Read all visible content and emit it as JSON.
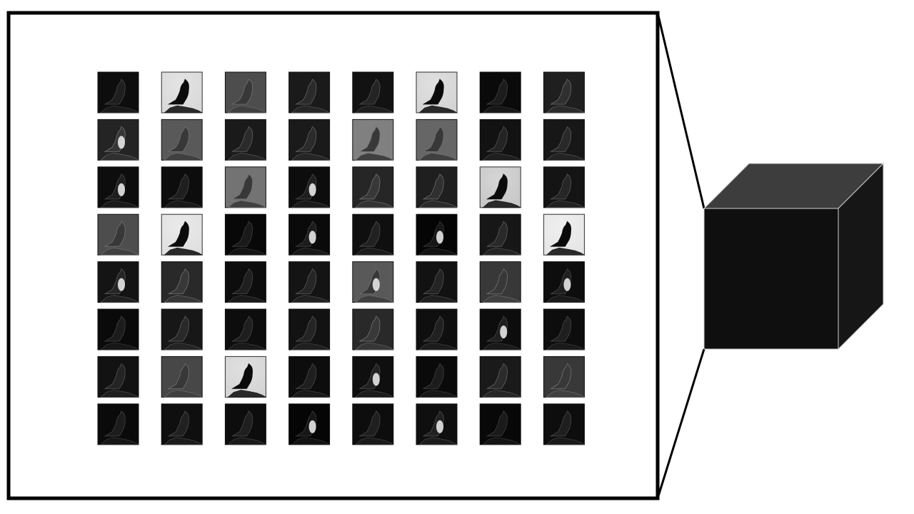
{
  "figure": {
    "panel": {
      "border_color": "#000000",
      "background": "#ffffff"
    },
    "feature_grid": {
      "rows": 8,
      "cols": 8,
      "subject_icon": "bird-silhouette",
      "brightness": [
        [
          0.05,
          0.82,
          0.3,
          0.1,
          0.07,
          0.8,
          0.04,
          0.12
        ],
        [
          0.14,
          0.35,
          0.1,
          0.1,
          0.5,
          0.4,
          0.07,
          0.09
        ],
        [
          0.05,
          0.05,
          0.45,
          0.05,
          0.15,
          0.12,
          0.75,
          0.08
        ],
        [
          0.3,
          0.85,
          0.03,
          0.04,
          0.06,
          0.02,
          0.09,
          0.88
        ],
        [
          0.08,
          0.16,
          0.05,
          0.08,
          0.35,
          0.07,
          0.22,
          0.05
        ],
        [
          0.04,
          0.09,
          0.05,
          0.07,
          0.16,
          0.06,
          0.05,
          0.05
        ],
        [
          0.07,
          0.28,
          0.8,
          0.05,
          0.06,
          0.04,
          0.1,
          0.22
        ],
        [
          0.04,
          0.06,
          0.05,
          0.02,
          0.05,
          0.06,
          0.03,
          0.05
        ]
      ],
      "highlight": [
        [
          0,
          0,
          0,
          0,
          0,
          0,
          0,
          0
        ],
        [
          1,
          0,
          0,
          0,
          0,
          0,
          0,
          0
        ],
        [
          1,
          0,
          0,
          1,
          0,
          0,
          0,
          0
        ],
        [
          0,
          0,
          0,
          1,
          0,
          1,
          0,
          0
        ],
        [
          1,
          0,
          0,
          0,
          1,
          0,
          0,
          1
        ],
        [
          0,
          0,
          0,
          0,
          0,
          0,
          1,
          0
        ],
        [
          0,
          0,
          0,
          0,
          1,
          0,
          0,
          0
        ],
        [
          0,
          0,
          0,
          1,
          0,
          1,
          0,
          0
        ]
      ]
    },
    "cube": {
      "front_color": "#0f0f0f",
      "top_color": "#3d3d3d",
      "side_color": "#161616",
      "edge_color": "#d0d0d0"
    }
  }
}
